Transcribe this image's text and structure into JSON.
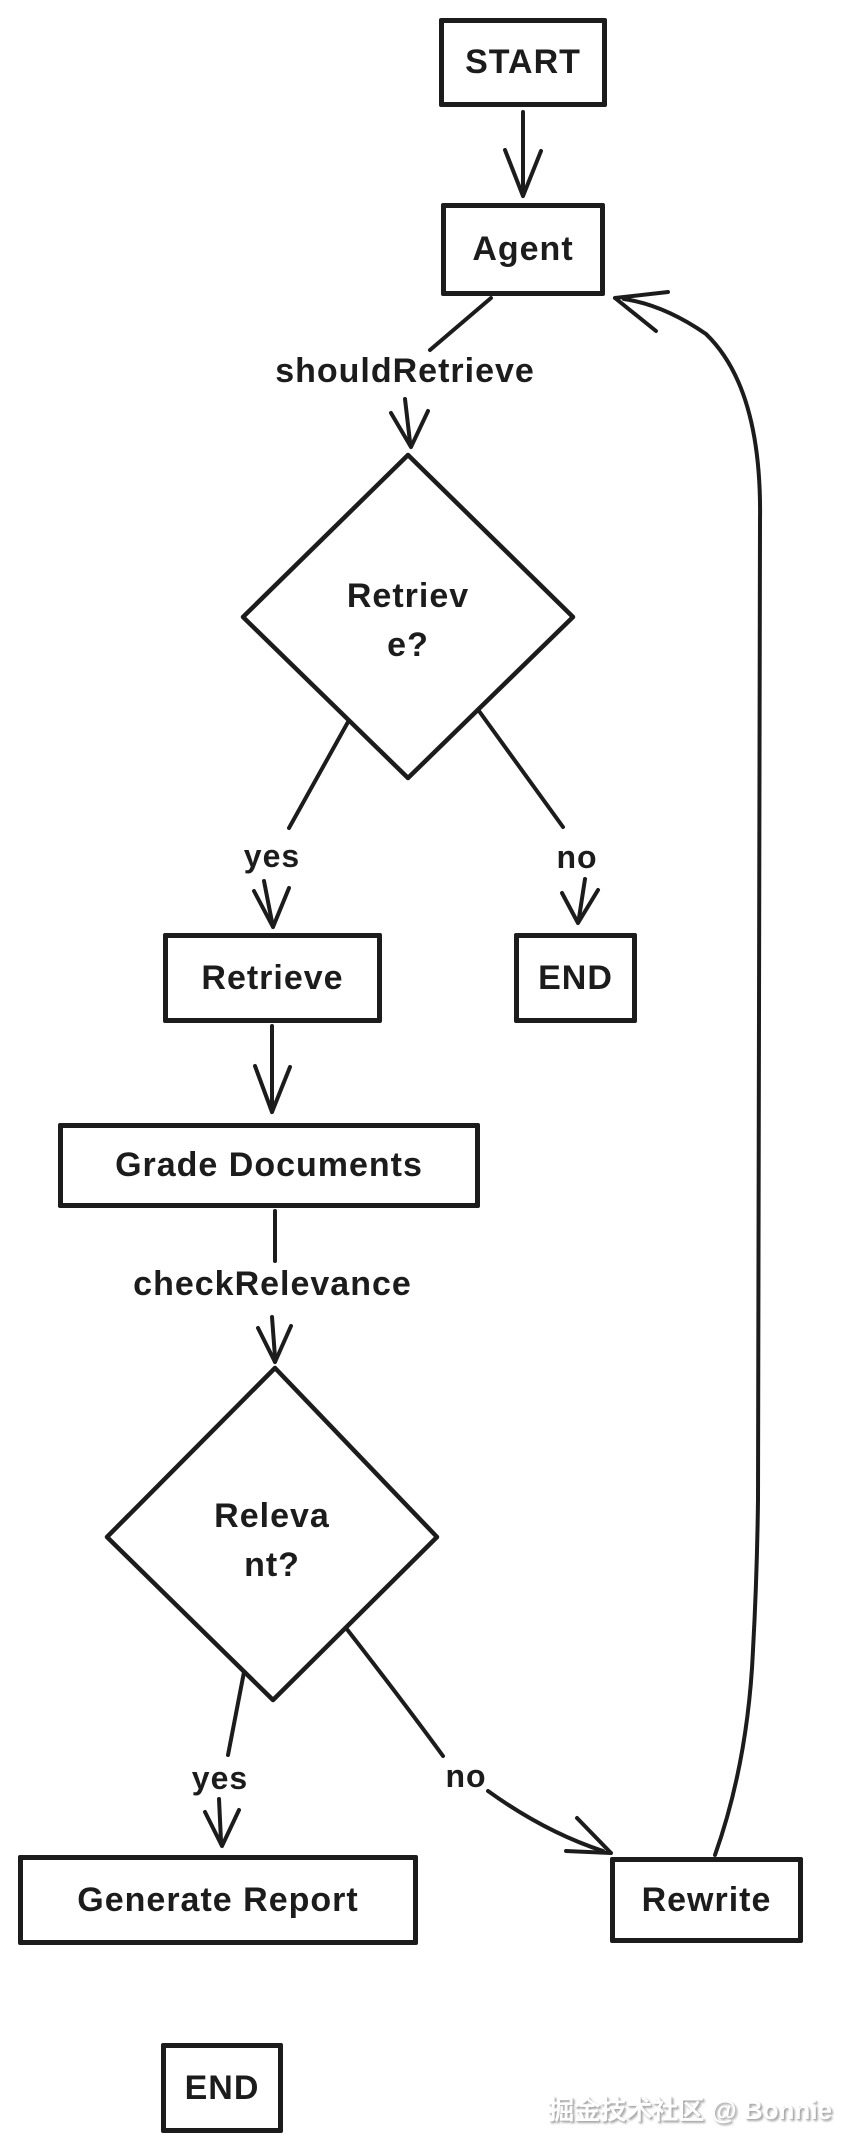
{
  "diagram": {
    "nodes": {
      "start": {
        "label": "START"
      },
      "agent": {
        "label": "Agent"
      },
      "retrieve_decision": {
        "line1": "Retriev",
        "line2": "e?"
      },
      "retrieve": {
        "label": "Retrieve"
      },
      "end_top": {
        "label": "END"
      },
      "grade_documents": {
        "label": "Grade Documents"
      },
      "relevant_decision": {
        "line1": "Releva",
        "line2": "nt?"
      },
      "generate_report": {
        "label": "Generate Report"
      },
      "rewrite": {
        "label": "Rewrite"
      },
      "end_bottom": {
        "label": "END"
      }
    },
    "edge_labels": {
      "should_retrieve": "shouldRetrieve",
      "check_relevance": "checkRelevance",
      "retrieve_yes": "yes",
      "retrieve_no": "no",
      "relevant_yes": "yes",
      "relevant_no": "no"
    },
    "colors": {
      "stroke": "#1c1c1c",
      "background": "#ffffff"
    }
  },
  "watermark": {
    "text": "掘金技术社区 @ Bonnie"
  }
}
